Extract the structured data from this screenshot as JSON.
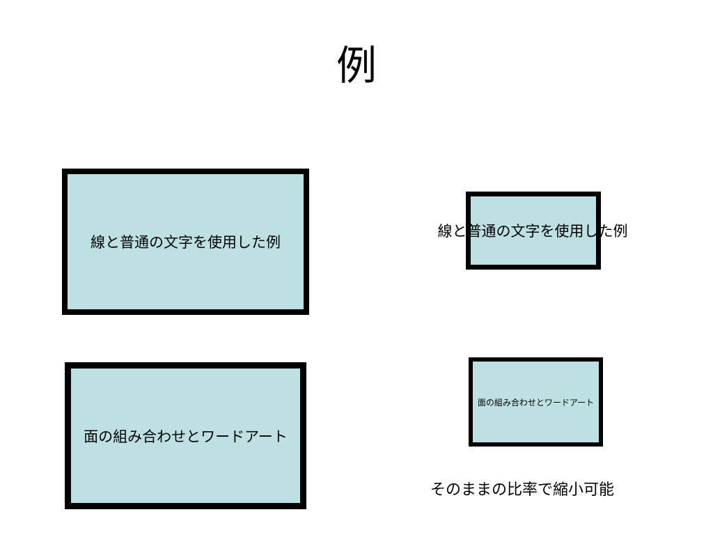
{
  "slide": {
    "title": "例",
    "box_line_large": {
      "label": "線と普通の文字を使用した例"
    },
    "box_line_small": {
      "label": "線と普通の文字を使用した例"
    },
    "box_area_large": {
      "label": "面の組み合わせとワードアート"
    },
    "box_area_small": {
      "label": "面の組み合わせとワードアート"
    },
    "caption": "そのままの比率で縮小可能"
  },
  "colors": {
    "box_fill": "#bde0e3",
    "box_border": "#000000",
    "background": "#ffffff"
  }
}
